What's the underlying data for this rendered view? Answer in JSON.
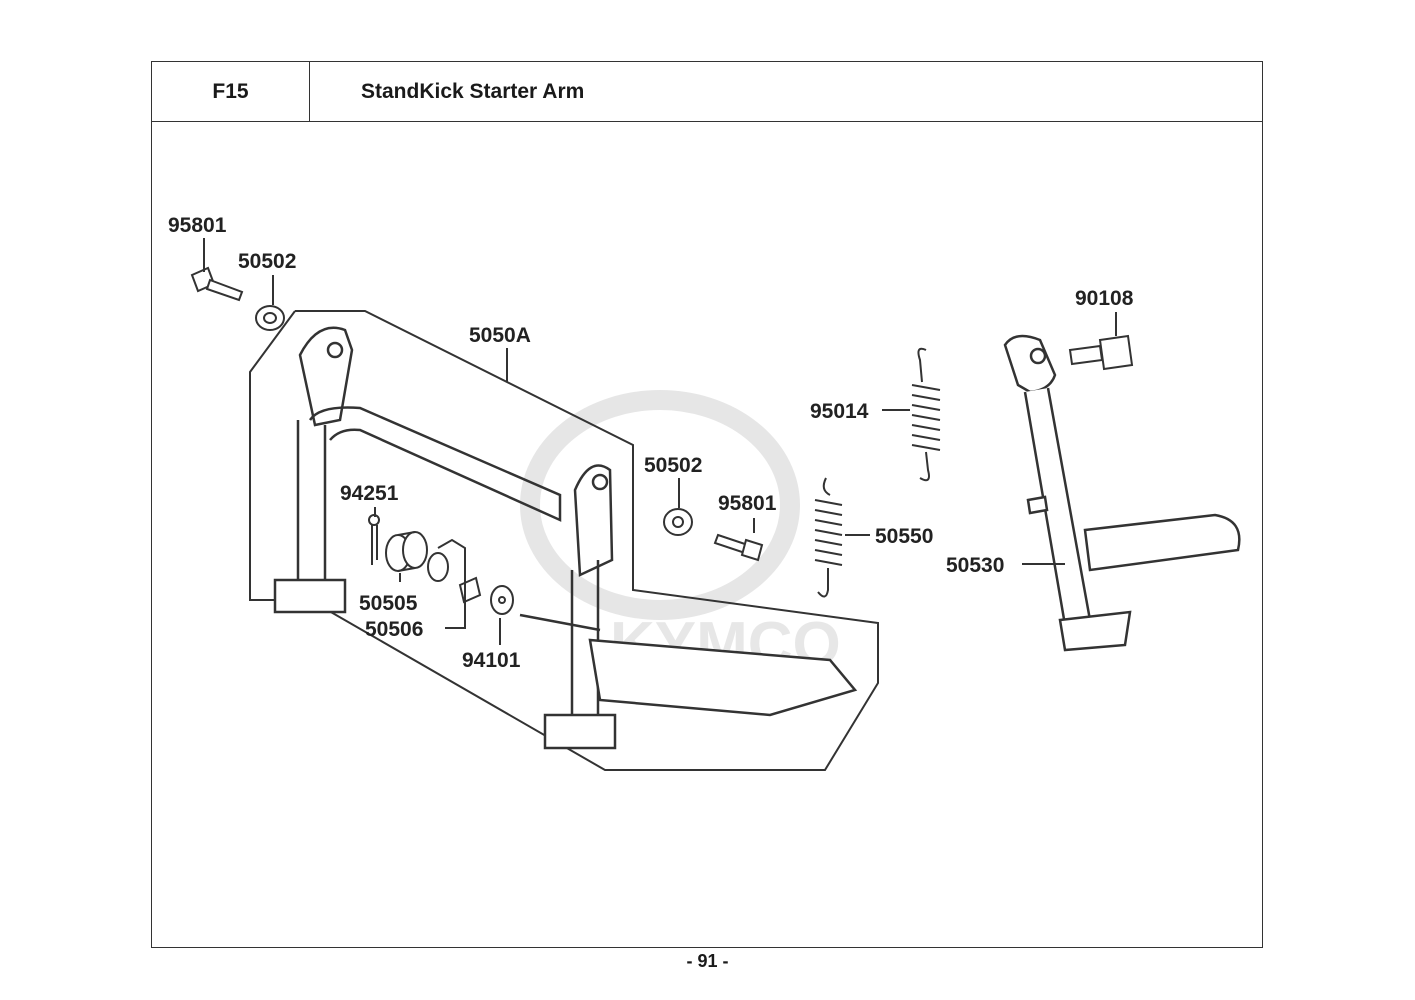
{
  "header": {
    "code": "F15",
    "title": "StandKick Starter Arm"
  },
  "watermark": "KYMCO",
  "parts": {
    "p95801_a": "95801",
    "p50502_a": "50502",
    "p5050A": "5050A",
    "p94251": "94251",
    "p50505": "50505",
    "p50506": "50506",
    "p94101": "94101",
    "p50502_b": "50502",
    "p95801_b": "95801",
    "p95014": "95014",
    "p50550": "50550",
    "p90108": "90108",
    "p50530": "50530"
  },
  "footer": {
    "page": "- 91 -"
  }
}
